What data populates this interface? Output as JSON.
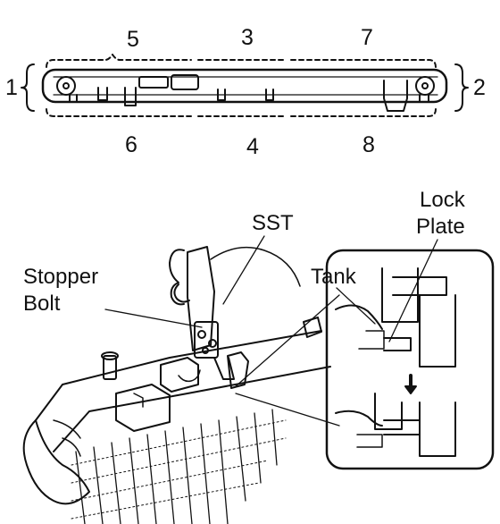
{
  "top_diagram": {
    "bracket_left_label": "1",
    "bracket_right_label": "2",
    "section_labels_top": [
      "5",
      "3",
      "7"
    ],
    "section_labels_bottom": [
      "6",
      "4",
      "8"
    ]
  },
  "bottom_diagram": {
    "callouts": {
      "sst": "SST",
      "stopper_bolt_line1": "Stopper",
      "stopper_bolt_line2": "Bolt",
      "tank": "Tank",
      "lock_plate_line1": "Lock",
      "lock_plate_line2": "Plate"
    }
  },
  "colors": {
    "ink": "#111111",
    "paper": "#ffffff"
  }
}
